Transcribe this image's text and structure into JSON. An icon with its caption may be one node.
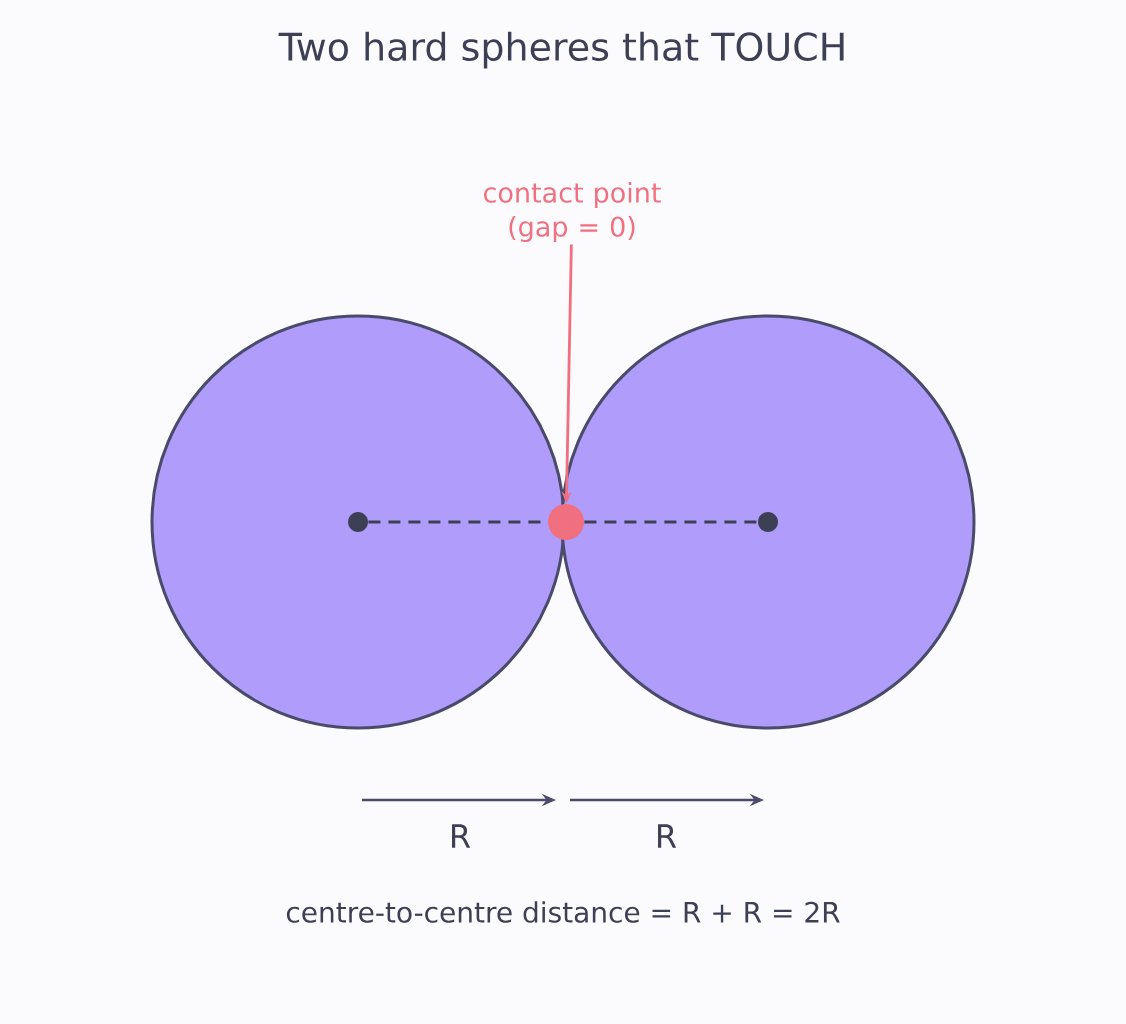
{
  "diagram": {
    "title": "Two hard spheres that TOUCH",
    "nodes": [
      {
        "text": [],
        "shape": "circle"
      },
      {
        "text": [],
        "shape": "circle"
      },
      {
        "text": [],
        "shape": "circle",
        "in": 0
      },
      {
        "text": [],
        "shape": "circle",
        "in": 1
      },
      {
        "text": [],
        "shape": "circle"
      },
      {
        "text": [
          "contact point (gap = 0)"
        ]
      }
    ],
    "edges": [
      {
        "from": 2,
        "to": 4,
        "arrow": "none",
        "style": "dashed"
      },
      {
        "from": 4,
        "to": 3,
        "arrow": "none",
        "style": "dashed"
      },
      {
        "from": 5,
        "to": 4,
        "arrow": "to",
        "color": "#f0707f"
      }
    ],
    "labels": [
      "R",
      "R",
      "centre-to-centre distance = R + R = 2R"
    ]
  }
}
